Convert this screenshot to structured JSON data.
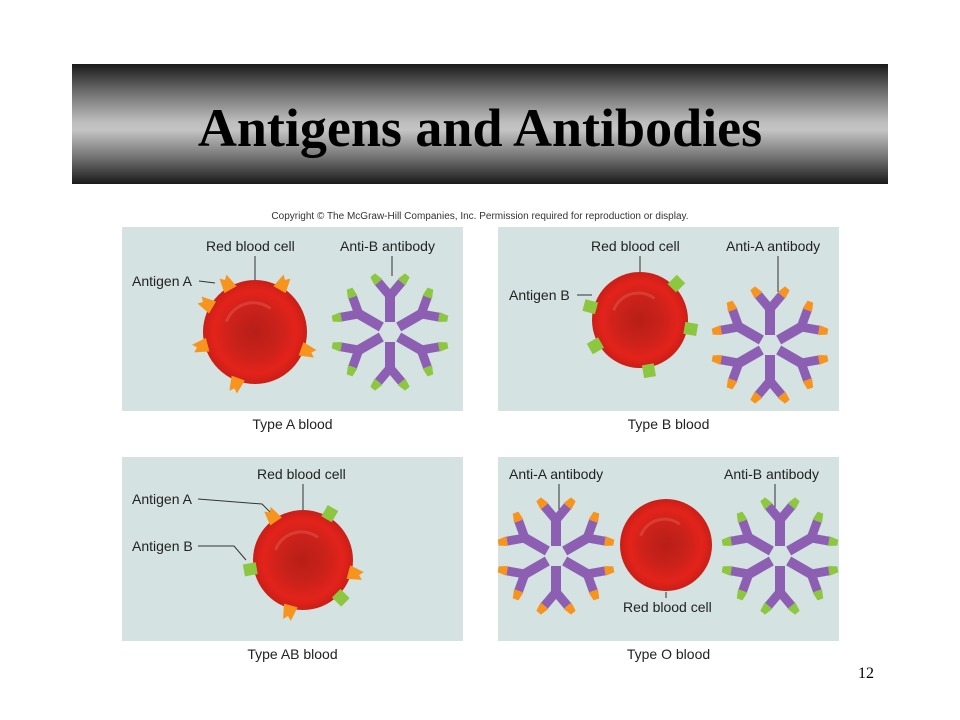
{
  "slide": {
    "title": "Antigens and Antibodies",
    "copyright": "Copyright © The McGraw-Hill Companies, Inc. Permission required for reproduction or display.",
    "page_number": "12"
  },
  "panels": {
    "type_a": {
      "red_cell_label": "Red blood cell",
      "antibody_label": "Anti-B antibody",
      "antigen_label": "Antigen A",
      "caption": "Type A blood"
    },
    "type_b": {
      "red_cell_label": "Red blood cell",
      "antibody_label": "Anti-A antibody",
      "antigen_label": "Antigen B",
      "caption": "Type B blood"
    },
    "type_ab": {
      "red_cell_label": "Red blood cell",
      "antigen_a_label": "Antigen A",
      "antigen_b_label": "Antigen B",
      "caption": "Type AB blood"
    },
    "type_o": {
      "anti_a_label": "Anti-A antibody",
      "anti_b_label": "Anti-B antibody",
      "red_cell_label": "Red blood cell",
      "caption": "Type O blood"
    }
  },
  "colors": {
    "panel_bg": "#d4e2e2",
    "red_cell": "#e3231b",
    "red_cell_center": "#b81e18",
    "antigen_a": "#f7941d",
    "antigen_b": "#8dc63f",
    "antibody": "#8c5fb3"
  }
}
